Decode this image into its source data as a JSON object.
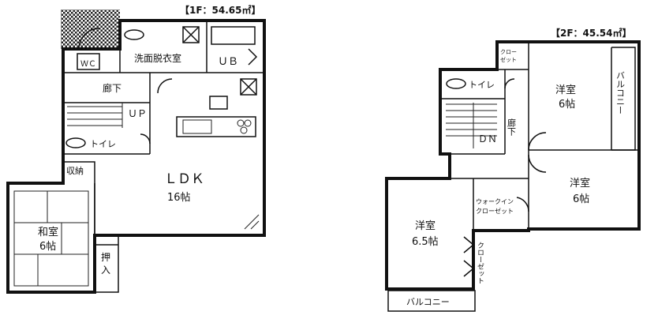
{
  "floor1": {
    "area": "【1F：54.65㎡】",
    "rooms": {
      "wash": "洗面脱衣室",
      "ub": "ＵＢ",
      "wc_top": "ＷＣ",
      "hall": "廊下",
      "up": "ＵＰ",
      "toilet": "トイレ",
      "storage": "収納",
      "ldk": "ＬＤＫ",
      "ldk_size": "16帖",
      "washitsu": "和室",
      "washitsu_size": "6帖",
      "oshiire_1": "押",
      "oshiire_2": "入"
    }
  },
  "floor2": {
    "area": "【2F：45.54㎡】",
    "rooms": {
      "closet_top_1": "クロー",
      "closet_top_2": "ゼット",
      "toilet": "トイレ",
      "hall": "廊下",
      "dn": "ＤＮ",
      "youshitsu_ne": "洋室",
      "youshitsu_ne_size": "6帖",
      "balcony_right": "バルコニー",
      "youshitsu_e": "洋室",
      "youshitsu_e_size": "6帖",
      "walkin_1": "ウォークイン",
      "walkin_2": "クローゼット",
      "youshitsu_w": "洋室",
      "youshitsu_w_size": "6.5帖",
      "closet_v": "クローゼット",
      "balcony_bottom": "バルコニー"
    }
  }
}
